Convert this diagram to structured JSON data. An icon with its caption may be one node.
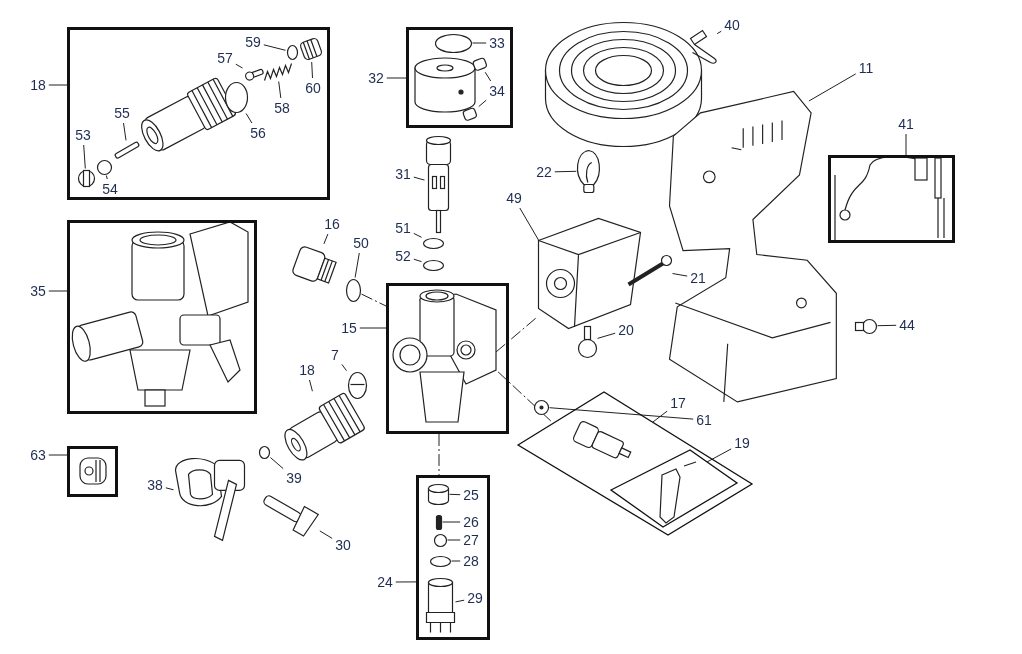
{
  "diagram": {
    "nodes": [
      {
        "text": [],
        "shape": "box"
      },
      {
        "text": [
          "59"
        ],
        "in": 0
      },
      {
        "text": [
          "57"
        ],
        "in": 0
      },
      {
        "text": [
          "60"
        ],
        "in": 0
      },
      {
        "text": [
          "58"
        ],
        "in": 0
      },
      {
        "text": [
          "55"
        ],
        "in": 0
      },
      {
        "text": [
          "56"
        ],
        "in": 0
      },
      {
        "text": [
          "53"
        ],
        "in": 0
      },
      {
        "text": [
          "54"
        ],
        "in": 0
      },
      {
        "text": [
          "18"
        ]
      },
      {
        "text": [],
        "shape": "box"
      },
      {
        "text": [
          "33"
        ],
        "in": 10
      },
      {
        "text": [
          "34"
        ],
        "in": 10
      },
      {
        "text": [
          "32"
        ]
      },
      {
        "text": [
          "40"
        ]
      },
      {
        "text": [
          "11"
        ]
      },
      {
        "text": [
          "41"
        ]
      },
      {
        "text": [],
        "shape": "box"
      },
      {
        "text": [
          "31"
        ]
      },
      {
        "text": [
          "22"
        ]
      },
      {
        "text": [
          "49"
        ]
      },
      {
        "text": [
          "51"
        ]
      },
      {
        "text": [
          "52"
        ]
      },
      {
        "text": [
          "16"
        ]
      },
      {
        "text": [
          "50"
        ]
      },
      {
        "text": [
          "21"
        ]
      },
      {
        "text": [],
        "shape": "box"
      },
      {
        "text": [
          "35"
        ]
      },
      {
        "text": [],
        "shape": "box"
      },
      {
        "text": [
          "15"
        ]
      },
      {
        "text": [
          "20"
        ]
      },
      {
        "text": [
          "44"
        ]
      },
      {
        "text": [
          "7"
        ]
      },
      {
        "text": [
          "18"
        ]
      },
      {
        "text": [],
        "shape": "parallelogram"
      },
      {
        "text": [
          "17"
        ]
      },
      {
        "text": [
          "61"
        ]
      },
      {
        "text": [],
        "shape": "parallelogram",
        "in": 34
      },
      {
        "text": [
          "19"
        ]
      },
      {
        "text": [],
        "shape": "box"
      },
      {
        "text": [
          "63"
        ]
      },
      {
        "text": [
          "38"
        ]
      },
      {
        "text": [
          "39"
        ]
      },
      {
        "text": [
          "30"
        ]
      },
      {
        "text": [],
        "shape": "box"
      },
      {
        "text": [
          "25"
        ],
        "in": 44
      },
      {
        "text": [
          "26"
        ],
        "in": 44
      },
      {
        "text": [
          "27"
        ],
        "in": 44
      },
      {
        "text": [
          "28"
        ],
        "in": 44
      },
      {
        "text": [
          "29"
        ],
        "in": 44
      },
      {
        "text": [
          "24"
        ]
      },
      {
        "text": [],
        "shape": "circle",
        "in": 0
      },
      {
        "text": [],
        "shape": "bar",
        "in": 0
      },
      {
        "text": [],
        "shape": "picture",
        "in": 0
      },
      {
        "text": [],
        "shape": "picture",
        "in": 0
      },
      {
        "text": [],
        "shape": "bar",
        "in": 0
      },
      {
        "text": [],
        "shape": "circle",
        "in": 0
      },
      {
        "text": [],
        "shape": "picture",
        "in": 0
      },
      {
        "text": [],
        "shape": "circle",
        "in": 0
      },
      {
        "text": [],
        "shape": "circle",
        "in": 10
      },
      {
        "text": [],
        "shape": "box",
        "in": 10
      },
      {
        "text": [],
        "shape": "box",
        "in": 10
      },
      {
        "text": [],
        "shape": "picture"
      },
      {
        "text": [],
        "shape": "picture"
      },
      {
        "text": [],
        "shape": "picture"
      },
      {
        "text": [],
        "shape": "picture"
      },
      {
        "text": [],
        "shape": "picture"
      },
      {
        "text": [],
        "shape": "circle"
      },
      {
        "text": [],
        "shape": "circle"
      },
      {
        "text": [],
        "shape": "cylinder"
      },
      {
        "text": [],
        "shape": "circle"
      },
      {
        "text": [],
        "shape": "picture"
      },
      {
        "text": [],
        "shape": "circle"
      },
      {
        "text": [],
        "shape": "circle"
      },
      {
        "text": [],
        "shape": "picture"
      },
      {
        "text": [],
        "shape": "picture"
      },
      {
        "text": [],
        "shape": "picture",
        "in": 34
      },
      {
        "text": [],
        "shape": "picture"
      },
      {
        "text": [],
        "shape": "circle"
      },
      {
        "text": [],
        "shape": "picture"
      },
      {
        "text": [],
        "shape": "cylinder",
        "in": 44
      },
      {
        "text": [],
        "shape": "bar",
        "in": 44
      },
      {
        "text": [],
        "shape": "circle",
        "in": 44
      },
      {
        "text": [],
        "shape": "circle",
        "in": 44
      },
      {
        "text": [],
        "shape": "picture",
        "in": 44
      }
    ],
    "edges": [
      {
        "from": 9,
        "to": 0,
        "arrow": "none"
      },
      {
        "from": 1,
        "to": 51,
        "arrow": "none"
      },
      {
        "from": 2,
        "to": 52,
        "arrow": "none"
      },
      {
        "from": 3,
        "to": 53,
        "arrow": "none"
      },
      {
        "from": 4,
        "to": 54,
        "arrow": "none"
      },
      {
        "from": 5,
        "to": 55,
        "arrow": "none"
      },
      {
        "from": 6,
        "to": 56,
        "arrow": "none"
      },
      {
        "from": 7,
        "to": 57,
        "arrow": "none"
      },
      {
        "from": 8,
        "to": 58,
        "arrow": "none"
      },
      {
        "from": 13,
        "to": 10,
        "arrow": "none"
      },
      {
        "from": 11,
        "to": 59,
        "arrow": "none"
      },
      {
        "from": 12,
        "to": 61,
        "arrow": "none"
      },
      {
        "from": 12,
        "to": 60,
        "arrow": "none"
      },
      {
        "from": 14,
        "to": 62,
        "arrow": "none"
      },
      {
        "from": 15,
        "to": 63,
        "arrow": "none"
      },
      {
        "from": 16,
        "to": 17,
        "arrow": "none"
      },
      {
        "from": 18,
        "to": 64,
        "arrow": "none"
      },
      {
        "from": 19,
        "to": 65,
        "arrow": "none"
      },
      {
        "from": 20,
        "to": 66,
        "arrow": "none"
      },
      {
        "from": 21,
        "to": 67,
        "arrow": "none"
      },
      {
        "from": 22,
        "to": 68,
        "arrow": "none"
      },
      {
        "from": 23,
        "to": 69,
        "arrow": "none"
      },
      {
        "from": 24,
        "to": 70,
        "arrow": "none"
      },
      {
        "from": 25,
        "to": 71,
        "arrow": "none"
      },
      {
        "from": 27,
        "to": 26,
        "arrow": "none"
      },
      {
        "from": 29,
        "to": 28,
        "arrow": "none"
      },
      {
        "from": 30,
        "to": 72,
        "arrow": "none"
      },
      {
        "from": 31,
        "to": 73,
        "arrow": "none"
      },
      {
        "from": 32,
        "to": 74,
        "arrow": "none"
      },
      {
        "from": 33,
        "to": 75,
        "arrow": "none"
      },
      {
        "from": 35,
        "to": 34,
        "arrow": "none"
      },
      {
        "from": 36,
        "to": 76,
        "arrow": "none"
      },
      {
        "from": 38,
        "to": 37,
        "arrow": "none"
      },
      {
        "from": 40,
        "to": 39,
        "arrow": "none"
      },
      {
        "from": 41,
        "to": 77,
        "arrow": "none"
      },
      {
        "from": 42,
        "to": 78,
        "arrow": "none"
      },
      {
        "from": 43,
        "to": 79,
        "arrow": "none"
      },
      {
        "from": 45,
        "to": 80,
        "arrow": "none"
      },
      {
        "from": 46,
        "to": 81,
        "arrow": "none"
      },
      {
        "from": 47,
        "to": 82,
        "arrow": "none"
      },
      {
        "from": 48,
        "to": 83,
        "arrow": "none"
      },
      {
        "from": 49,
        "to": 84,
        "arrow": "none"
      },
      {
        "from": 50,
        "to": 44,
        "arrow": "none"
      },
      {
        "from": 70,
        "to": 28,
        "arrow": "none",
        "style": "dashed"
      },
      {
        "from": 28,
        "to": 66,
        "arrow": "none",
        "style": "dashed"
      },
      {
        "from": 28,
        "to": 34,
        "arrow": "none",
        "style": "dashed"
      },
      {
        "from": 28,
        "to": 44,
        "arrow": "none",
        "style": "dashed"
      }
    ]
  }
}
